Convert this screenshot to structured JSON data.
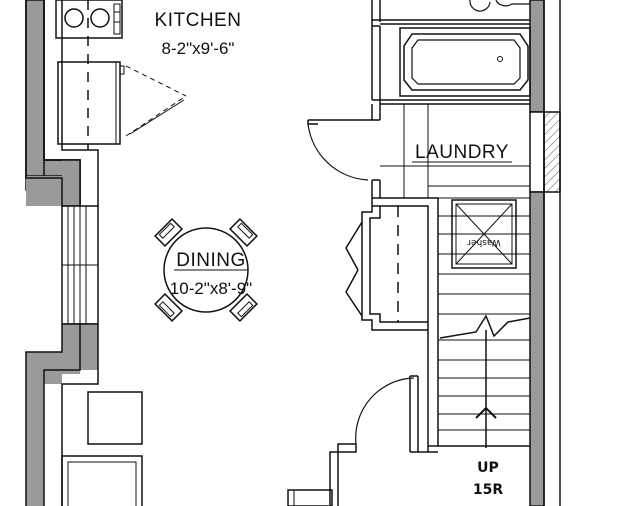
{
  "rooms": {
    "kitchen": {
      "name": "KITCHEN",
      "dims": "8-2\"x9'-6\""
    },
    "dining": {
      "name": "DINING",
      "dims": "10-2\"x8'-9\""
    },
    "laundry": {
      "name": "LAUNDRY"
    }
  },
  "appliances": {
    "washer": "Washer"
  },
  "stairs": {
    "direction": "UP",
    "risers": "15R"
  },
  "colors": {
    "wall_fill": "#9a9a9a",
    "line": "#111111",
    "background": "#ffffff"
  }
}
